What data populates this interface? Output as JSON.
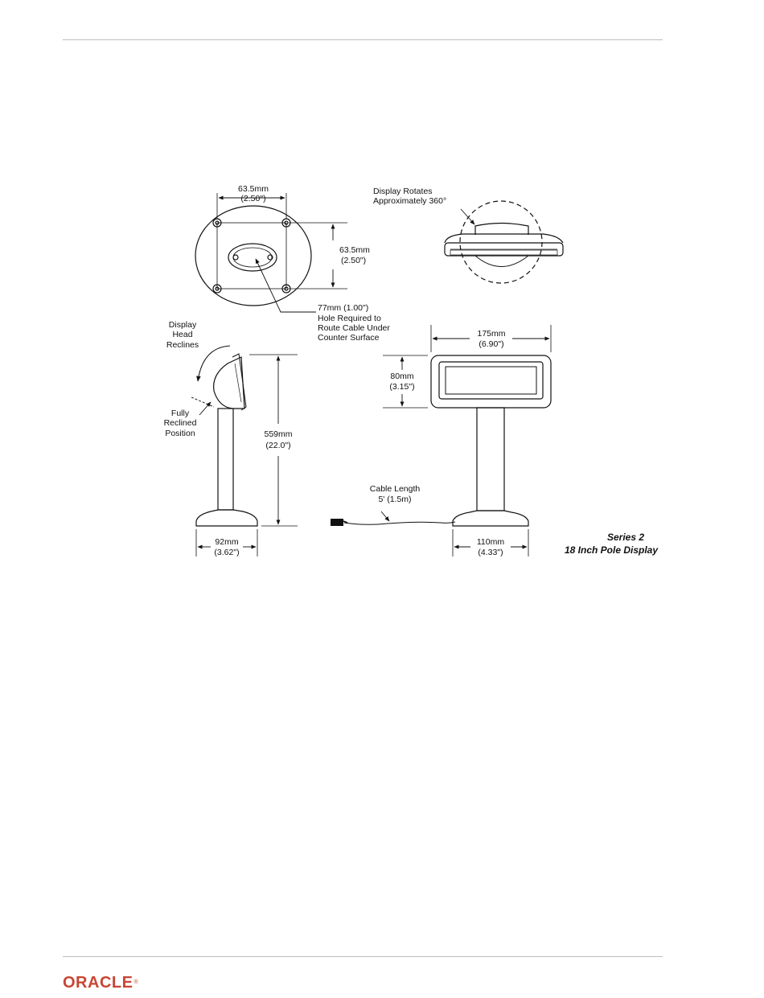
{
  "brand": {
    "logo_text": "ORACLE",
    "color": "#c74634"
  },
  "diagram": {
    "caption": {
      "line1": "Series 2",
      "line2": "18 Inch Pole Display"
    },
    "base_top": {
      "width_mm": "63.5mm",
      "width_in": "(2.50\")",
      "height_mm": "63.5mm",
      "height_in": "(2.50\")",
      "hole_note": [
        "77mm (1.00\")",
        "Hole Required to",
        "Route Cable Under",
        "Counter Surface"
      ]
    },
    "rotation": {
      "line1": "Display Rotates",
      "line2": "Approximately 360°"
    },
    "side_view": {
      "recline_note": [
        "Display",
        "Head",
        "Reclines"
      ],
      "fully_note": [
        "Fully",
        "Reclined",
        "Position"
      ],
      "height_mm": "559mm",
      "height_in": "(22.0\")",
      "base_mm": "92mm",
      "base_in": "(3.62\")"
    },
    "front_view": {
      "width_mm": "175mm",
      "width_in": "(6.90\")",
      "height_mm": "80mm",
      "height_in": "(3.15\")",
      "base_mm": "110mm",
      "base_in": "(4.33\")",
      "cable_line1": "Cable Length",
      "cable_line2": "5' (1.5m)"
    }
  }
}
